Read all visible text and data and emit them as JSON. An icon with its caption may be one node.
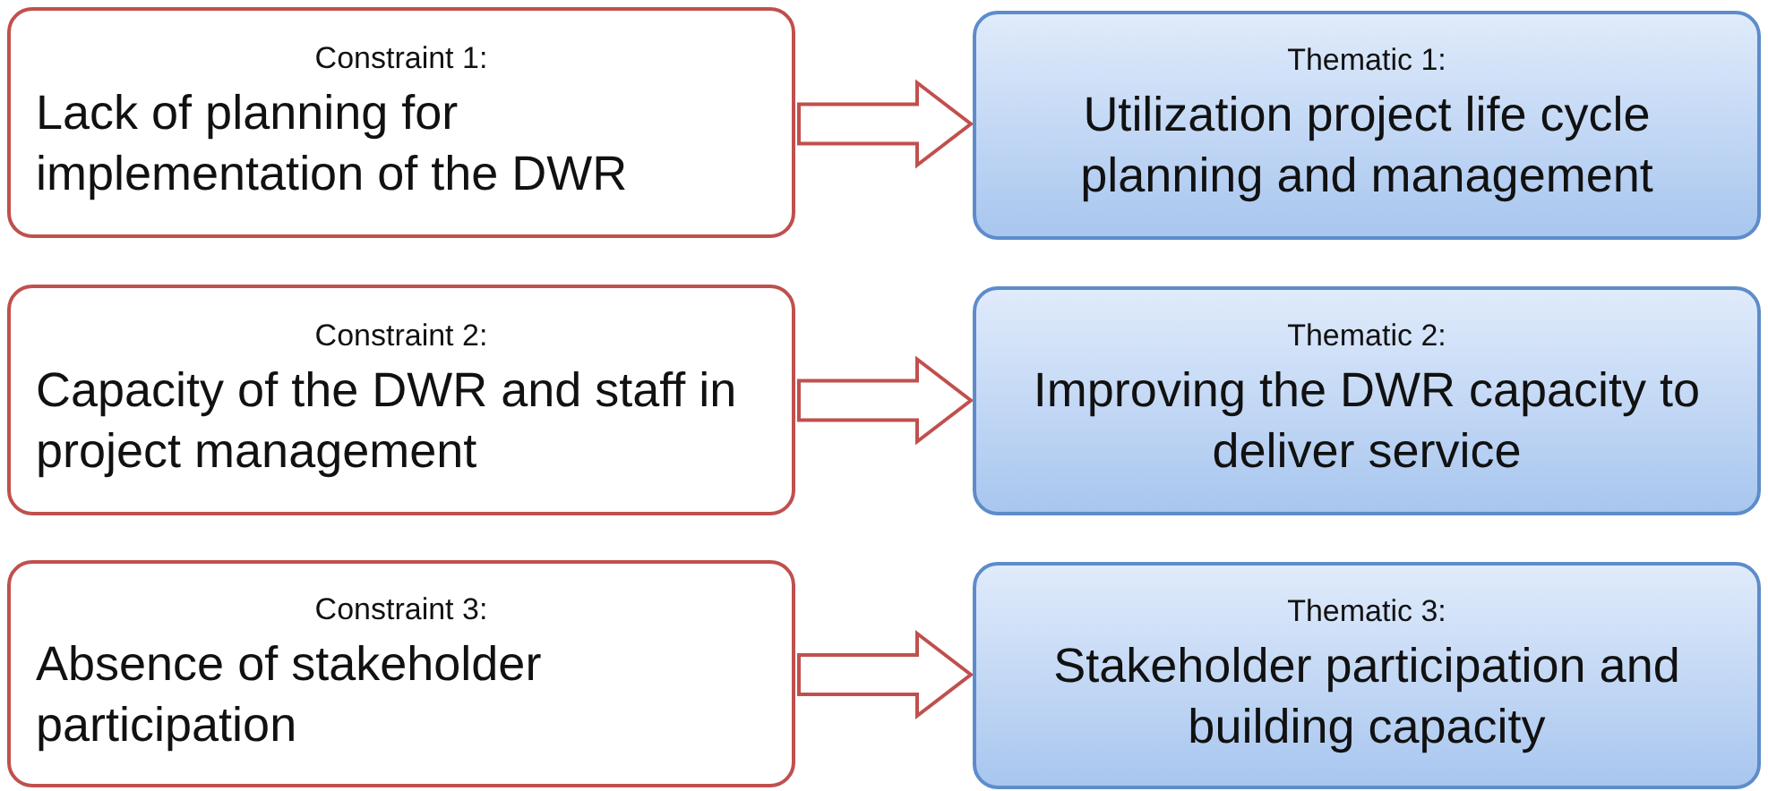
{
  "diagram": {
    "nodes": [
      {
        "text": [
          "Constraint 1:",
          "Lack of planning for implementation of the DWR"
        ]
      },
      {
        "text": [
          "Thematic 1:",
          "Utilization project life cycle planning and management"
        ]
      },
      {
        "text": [
          "Constraint 2:",
          "Capacity of the DWR and staff in project management"
        ]
      },
      {
        "text": [
          "Thematic 2:",
          "Improving the DWR capacity to deliver service"
        ]
      },
      {
        "text": [
          "Constraint 3:",
          "Absence of stakeholder participation"
        ]
      },
      {
        "text": [
          "Thematic 3:",
          "Stakeholder participation and building capacity"
        ]
      }
    ],
    "edges": [
      {
        "from": 0,
        "to": 1,
        "arrow": "to"
      },
      {
        "from": 2,
        "to": 3,
        "arrow": "to"
      },
      {
        "from": 4,
        "to": 5,
        "arrow": "to"
      }
    ]
  }
}
